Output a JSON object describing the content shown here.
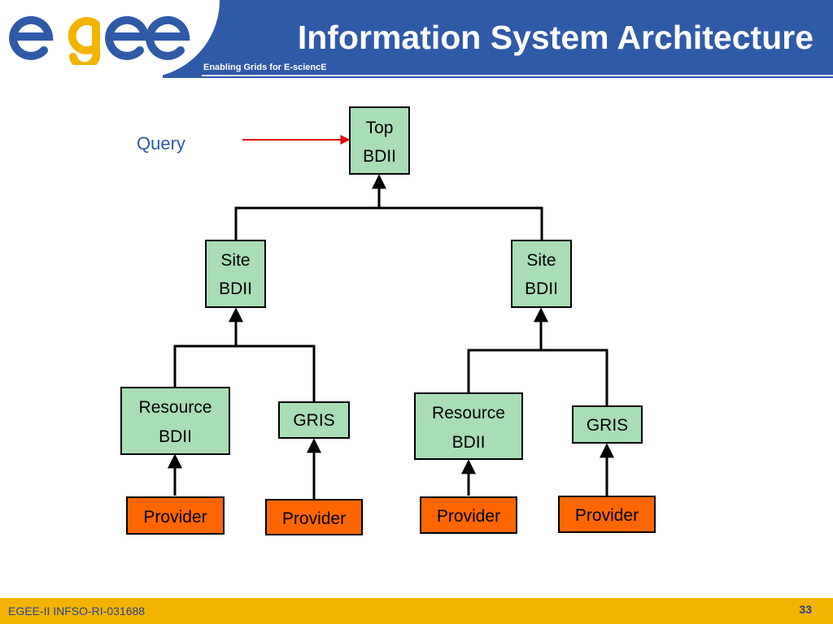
{
  "header": {
    "logo_text": "egee",
    "title": "Information System Architecture",
    "subtitle": "Enabling Grids for E-sciencE"
  },
  "diagram": {
    "query_label": "Query",
    "top_bdii": [
      "Top",
      "BDII"
    ],
    "site_bdii_left": [
      "Site",
      "BDII"
    ],
    "site_bdii_right": [
      "Site",
      "BDII"
    ],
    "resource_bdii_left": [
      "Resource",
      "BDII"
    ],
    "resource_bdii_right": [
      "Resource",
      "BDII"
    ],
    "gris_left": "GRIS",
    "gris_right": "GRIS",
    "provider_1": "Provider",
    "provider_2": "Provider",
    "provider_3": "Provider",
    "provider_4": "Provider"
  },
  "colors": {
    "header_blue": "#2f5aa8",
    "box_green": "#a8ddb5",
    "box_orange": "#ff6600",
    "query_red": "#e00000",
    "footer_yellow": "#f2b400"
  },
  "footer": {
    "project": "EGEE-II INFSO-RI-031688",
    "page_number": "33"
  }
}
